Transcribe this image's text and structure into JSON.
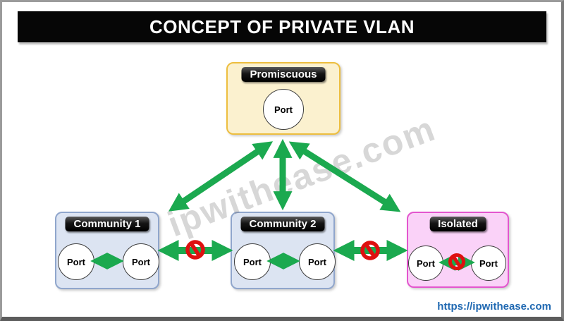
{
  "title": "CONCEPT OF PRIVATE VLAN",
  "watermark": "ipwithease.com",
  "footer": {
    "url": "https://ipwithease.com"
  },
  "blocks": {
    "promiscuous": {
      "label": "Promiscuous",
      "ports": [
        "Port"
      ]
    },
    "community1": {
      "label": "Community 1",
      "ports": [
        "Port",
        "Port"
      ]
    },
    "community2": {
      "label": "Community 2",
      "ports": [
        "Port",
        "Port"
      ]
    },
    "isolated": {
      "label": "Isolated",
      "ports": [
        "Port",
        "Port"
      ]
    }
  },
  "connections": [
    {
      "from": "promiscuous",
      "to": "community1",
      "type": "bidirectional",
      "allowed": true
    },
    {
      "from": "promiscuous",
      "to": "community2",
      "type": "bidirectional",
      "allowed": true
    },
    {
      "from": "promiscuous",
      "to": "isolated",
      "type": "bidirectional",
      "allowed": true
    },
    {
      "from": "community1",
      "to": "community2",
      "type": "bidirectional",
      "allowed": false
    },
    {
      "from": "community2",
      "to": "isolated",
      "type": "bidirectional",
      "allowed": false
    },
    {
      "from": "community1.port1",
      "to": "community1.port2",
      "type": "bidirectional",
      "allowed": true
    },
    {
      "from": "community2.port1",
      "to": "community2.port2",
      "type": "bidirectional",
      "allowed": true
    },
    {
      "from": "isolated.port1",
      "to": "isolated.port2",
      "type": "bidirectional",
      "allowed": false
    }
  ],
  "colors": {
    "arrow_green": "#1BA94F",
    "blocked_red": "#DE1010",
    "promiscuous_fill": "#FBF1CF",
    "promiscuous_border": "#EDBE3F",
    "community_fill": "#DCE4F2",
    "community_border": "#90A6CC",
    "isolated_fill": "#FAD2F8",
    "isolated_border": "#E356CE",
    "title_bg": "#060606",
    "url_blue": "#2069B2"
  }
}
